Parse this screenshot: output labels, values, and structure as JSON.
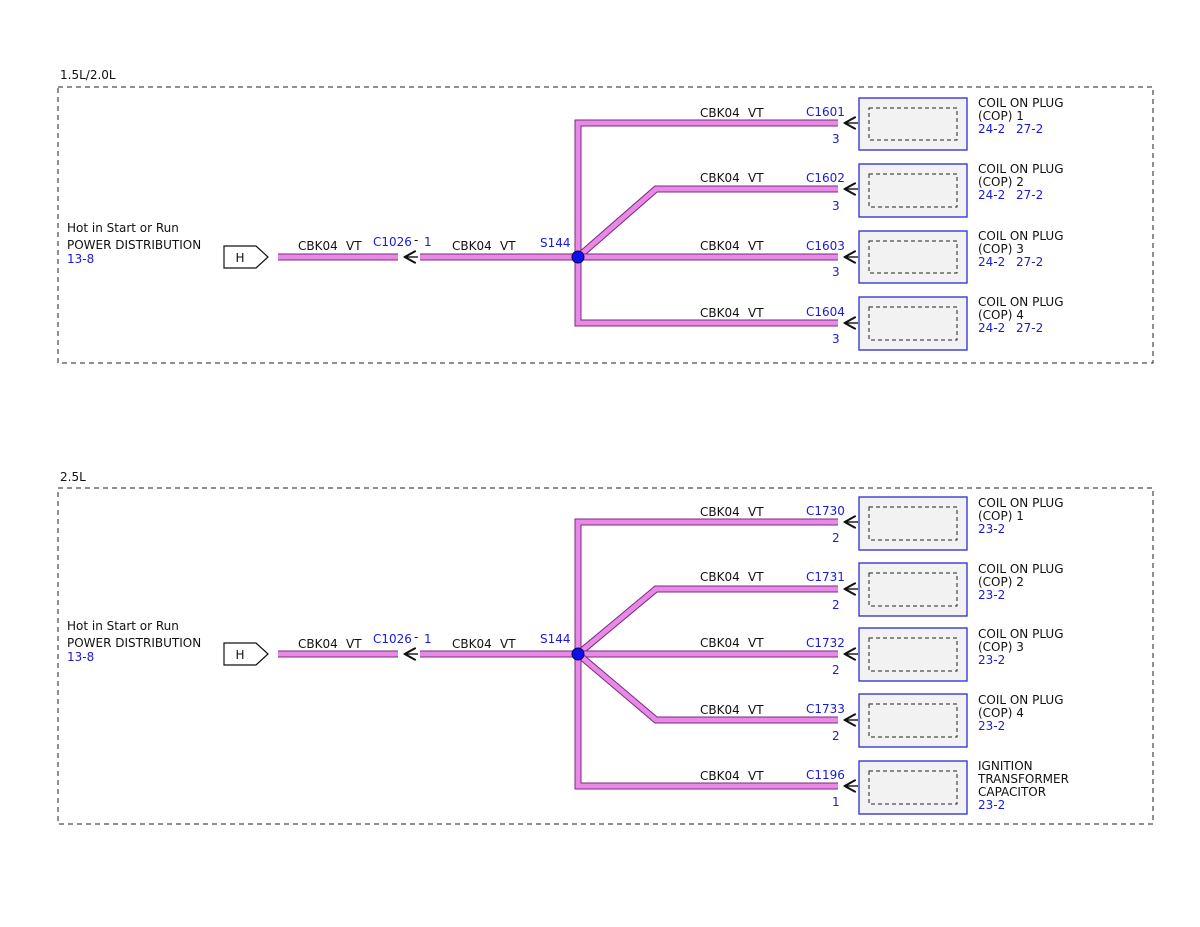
{
  "colors": {
    "wire_fill": "#e889e8",
    "wire_edge": "#7a2a7a",
    "splice": "#1010e6",
    "connector_border": "#2b2bd1",
    "connector_fill": "#f2f2f2",
    "blue_text": "#1a1ad6",
    "boundary": "#222222"
  },
  "sections": [
    {
      "title": "1.5L/2.0L",
      "source": {
        "line1": "Hot in Start or Run",
        "line2": "POWER DISTRIBUTION",
        "ref": "13-8",
        "tag": "H"
      },
      "feed": {
        "left_wire": {
          "code": "CBK04",
          "color": "VT"
        },
        "inline_connector": "C1026",
        "inline_dash": "-",
        "inline_pin": "1",
        "right_wire": {
          "code": "CBK04",
          "color": "VT"
        },
        "splice": "S144"
      },
      "branches": [
        {
          "wire": "CBK04",
          "color": "VT",
          "connector": "C1601",
          "pin": "3",
          "device_lines": [
            "COIL ON PLUG",
            "(COP) 1"
          ],
          "refs": [
            "24-2",
            "27-2"
          ]
        },
        {
          "wire": "CBK04",
          "color": "VT",
          "connector": "C1602",
          "pin": "3",
          "device_lines": [
            "COIL ON PLUG",
            "(COP) 2"
          ],
          "refs": [
            "24-2",
            "27-2"
          ]
        },
        {
          "wire": "CBK04",
          "color": "VT",
          "connector": "C1603",
          "pin": "3",
          "device_lines": [
            "COIL ON PLUG",
            "(COP) 3"
          ],
          "refs": [
            "24-2",
            "27-2"
          ]
        },
        {
          "wire": "CBK04",
          "color": "VT",
          "connector": "C1604",
          "pin": "3",
          "device_lines": [
            "COIL ON PLUG",
            "(COP) 4"
          ],
          "refs": [
            "24-2",
            "27-2"
          ]
        }
      ]
    },
    {
      "title": "2.5L",
      "source": {
        "line1": "Hot in Start or Run",
        "line2": "POWER DISTRIBUTION",
        "ref": "13-8",
        "tag": "H"
      },
      "feed": {
        "left_wire": {
          "code": "CBK04",
          "color": "VT"
        },
        "inline_connector": "C1026",
        "inline_dash": "-",
        "inline_pin": "1",
        "right_wire": {
          "code": "CBK04",
          "color": "VT"
        },
        "splice": "S144"
      },
      "branches": [
        {
          "wire": "CBK04",
          "color": "VT",
          "connector": "C1730",
          "pin": "2",
          "device_lines": [
            "COIL ON PLUG",
            "(COP) 1"
          ],
          "refs": [
            "23-2"
          ]
        },
        {
          "wire": "CBK04",
          "color": "VT",
          "connector": "C1731",
          "pin": "2",
          "device_lines": [
            "COIL ON PLUG",
            "(COP) 2"
          ],
          "refs": [
            "23-2"
          ]
        },
        {
          "wire": "CBK04",
          "color": "VT",
          "connector": "C1732",
          "pin": "2",
          "device_lines": [
            "COIL ON PLUG",
            "(COP) 3"
          ],
          "refs": [
            "23-2"
          ]
        },
        {
          "wire": "CBK04",
          "color": "VT",
          "connector": "C1733",
          "pin": "2",
          "device_lines": [
            "COIL ON PLUG",
            "(COP) 4"
          ],
          "refs": [
            "23-2"
          ]
        },
        {
          "wire": "CBK04",
          "color": "VT",
          "connector": "C1196",
          "pin": "1",
          "device_lines": [
            "IGNITION",
            "TRANSFORMER",
            "CAPACITOR"
          ],
          "refs": [
            "23-2"
          ]
        }
      ]
    }
  ]
}
